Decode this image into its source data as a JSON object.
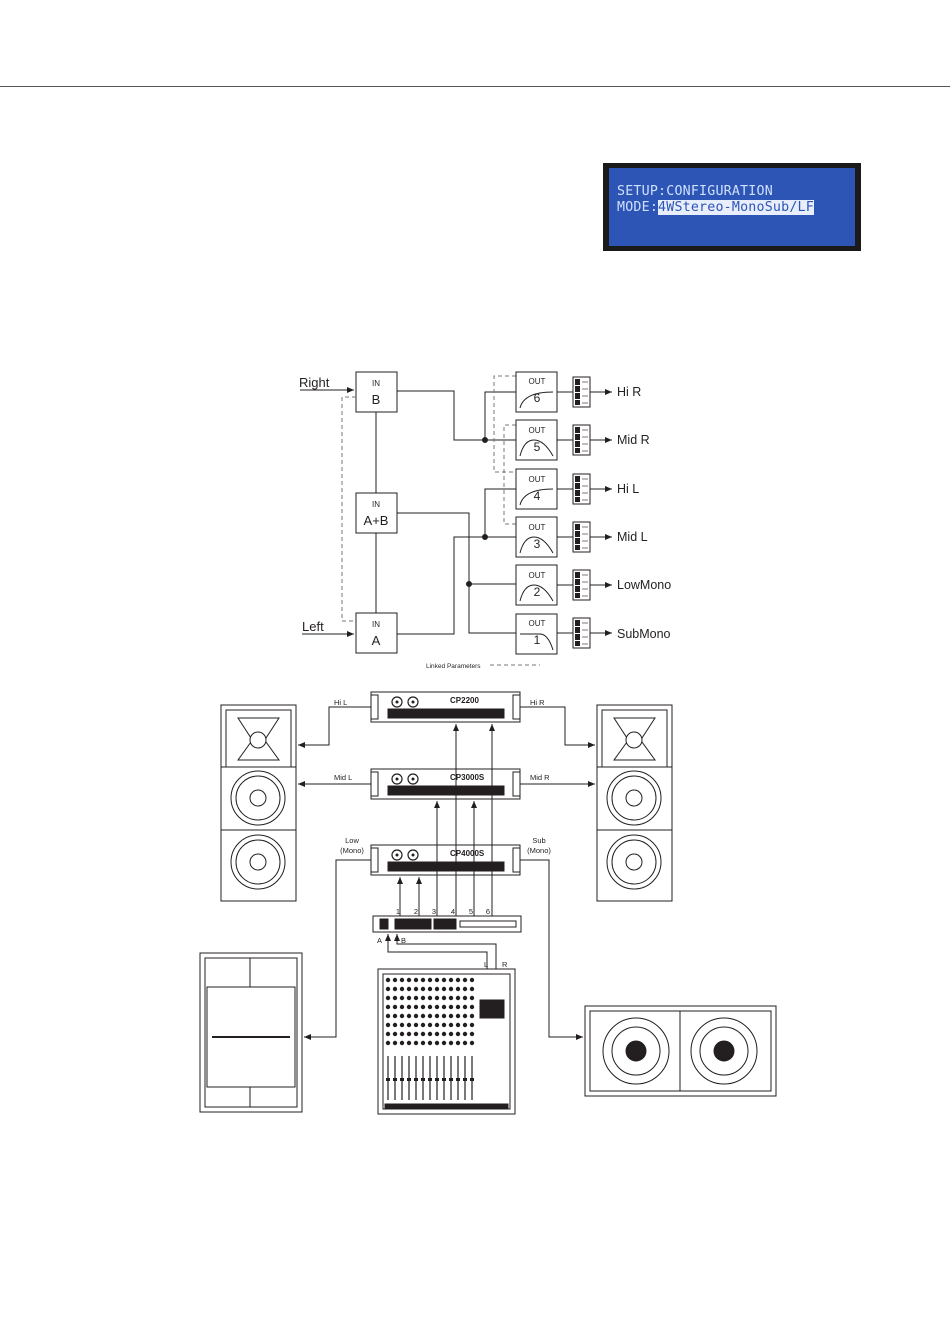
{
  "lcd": {
    "line1": "SETUP:CONFIGURATION",
    "line2_prefix": "MODE:",
    "line2_selected": "4WStereo-MonoSub/LF"
  },
  "routing": {
    "input_right": "Right",
    "input_left": "Left",
    "in_b": {
      "top": "IN",
      "main": "B"
    },
    "in_ab": {
      "top": "IN",
      "main": "A+B"
    },
    "in_a": {
      "top": "IN",
      "main": "A"
    },
    "outputs": [
      {
        "top": "OUT",
        "num": "6",
        "label": "Hi R"
      },
      {
        "top": "OUT",
        "num": "5",
        "label": "Mid R"
      },
      {
        "top": "OUT",
        "num": "4",
        "label": "Hi L"
      },
      {
        "top": "OUT",
        "num": "3",
        "label": "Mid L"
      },
      {
        "top": "OUT",
        "num": "2",
        "label": "LowMono"
      },
      {
        "top": "OUT",
        "num": "1",
        "label": "SubMono"
      }
    ],
    "legend": "Linked Parameters"
  },
  "system": {
    "amp1_model": "CP2200",
    "amp2_model": "CP3000S",
    "amp3_model": "CP4000S",
    "hi_l": "Hi L",
    "hi_r": "Hi R",
    "mid_l": "Mid L",
    "mid_r": "Mid R",
    "low": "Low",
    "low_mono": "(Mono)",
    "sub": "Sub",
    "sub_mono": "(Mono)",
    "processor_outputs": [
      "1",
      "2",
      "3",
      "4",
      "5",
      "6"
    ],
    "processor_in_a": "A",
    "processor_in_b": "B",
    "mixer_l": "L",
    "mixer_r": "R"
  }
}
